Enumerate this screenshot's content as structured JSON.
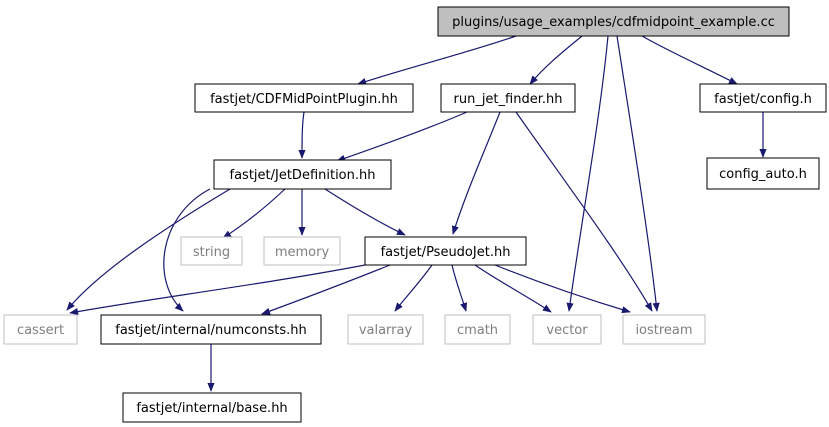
{
  "colors": {
    "edge": "#191970",
    "root_fill": "#bfbfbf",
    "node_border": "#000000",
    "system_border": "#bfbfbf",
    "text": "#000000",
    "system_text": "#7f7f7f"
  },
  "nodes": {
    "root": {
      "label": "plugins/usage_examples/cdfmidpoint_example.cc",
      "kind": "root"
    },
    "cdf": {
      "label": "fastjet/CDFMidPointPlugin.hh",
      "kind": "file"
    },
    "run": {
      "label": "run_jet_finder.hh",
      "kind": "file"
    },
    "cfg": {
      "label": "fastjet/config.h",
      "kind": "file"
    },
    "cfgauto": {
      "label": "config_auto.h",
      "kind": "file"
    },
    "jetdef": {
      "label": "fastjet/JetDefinition.hh",
      "kind": "file"
    },
    "string": {
      "label": "string",
      "kind": "system"
    },
    "memory": {
      "label": "memory",
      "kind": "system"
    },
    "pseudo": {
      "label": "fastjet/PseudoJet.hh",
      "kind": "file"
    },
    "cassert": {
      "label": "cassert",
      "kind": "system"
    },
    "numconsts": {
      "label": "fastjet/internal/numconsts.hh",
      "kind": "file"
    },
    "valarray": {
      "label": "valarray",
      "kind": "system"
    },
    "cmath": {
      "label": "cmath",
      "kind": "system"
    },
    "vector": {
      "label": "vector",
      "kind": "system"
    },
    "iostream": {
      "label": "iostream",
      "kind": "system"
    },
    "base": {
      "label": "fastjet/internal/base.hh",
      "kind": "file"
    }
  }
}
